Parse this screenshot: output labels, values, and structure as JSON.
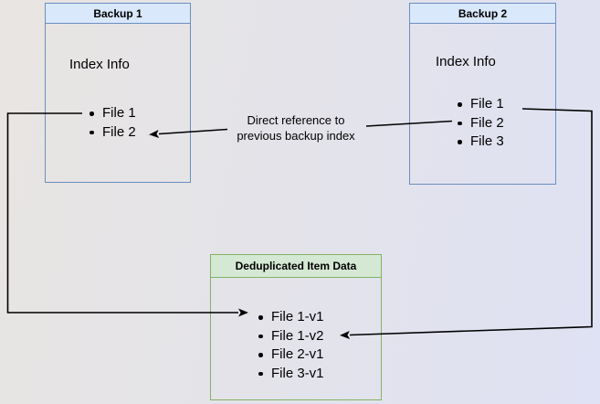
{
  "diagram": {
    "backup1": {
      "title": "Backup 1",
      "index_label": "Index Info",
      "files": [
        "File 1",
        "File 2"
      ]
    },
    "backup2": {
      "title": "Backup 2",
      "index_label": "Index Info",
      "files": [
        "File 1",
        "File 2",
        "File 3"
      ]
    },
    "dedup": {
      "title": "Deduplicated Item Data",
      "files": [
        "File 1-v1",
        "File 1-v2",
        "File 2-v1",
        "File 3-v1"
      ]
    },
    "annotation": {
      "line1": "Direct reference to",
      "line2": "previous backup index"
    }
  },
  "colors": {
    "blue_fill": "#dae8fc",
    "blue_border": "#6c8ebf",
    "green_fill": "#d5e8d4",
    "green_border": "#82b366",
    "arrow": "#000000",
    "text": "#000000",
    "bg_left": "#e8e5e2",
    "bg_right": "#dfe2f4"
  }
}
